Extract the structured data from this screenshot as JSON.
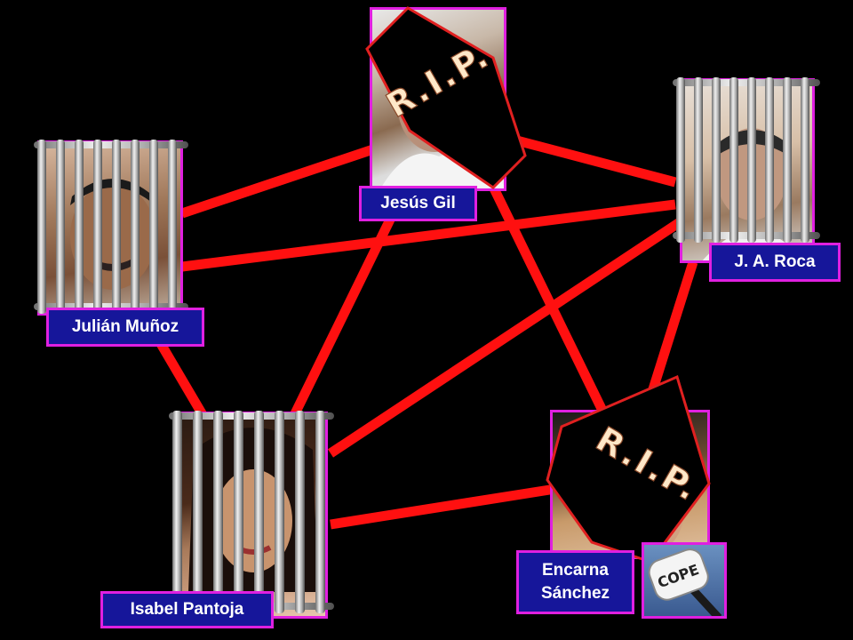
{
  "colors": {
    "background": "#000000",
    "connection": "#ff1010",
    "frame_border": "#e020e0",
    "label_bg": "#16169a",
    "label_text": "#ffffff",
    "coffin": "#000000",
    "coffin_border": "#e02020",
    "rip_text": "#ffe8c8"
  },
  "people": [
    {
      "id": "jesus-gil",
      "name": "Jesús Gil",
      "status": "deceased"
    },
    {
      "id": "roca",
      "name": "J. A. Roca",
      "status": "jailed"
    },
    {
      "id": "julian-munoz",
      "name": "Julián Muñoz",
      "status": "jailed"
    },
    {
      "id": "isabel-pantoja",
      "name": "Isabel Pantoja",
      "status": "jailed"
    },
    {
      "id": "encarna-sanchez",
      "name_line1": "Encarna",
      "name_line2": "Sánchez",
      "status": "deceased"
    }
  ],
  "rip_text": "R.I.P.",
  "microphone": {
    "brand": "COPE"
  },
  "connections": [
    [
      "jesus-gil",
      "julian-munoz"
    ],
    [
      "jesus-gil",
      "roca"
    ],
    [
      "jesus-gil",
      "isabel-pantoja"
    ],
    [
      "jesus-gil",
      "encarna-sanchez"
    ],
    [
      "julian-munoz",
      "roca"
    ],
    [
      "julian-munoz",
      "isabel-pantoja"
    ],
    [
      "roca",
      "isabel-pantoja"
    ],
    [
      "roca",
      "encarna-sanchez"
    ],
    [
      "isabel-pantoja",
      "encarna-sanchez"
    ]
  ]
}
